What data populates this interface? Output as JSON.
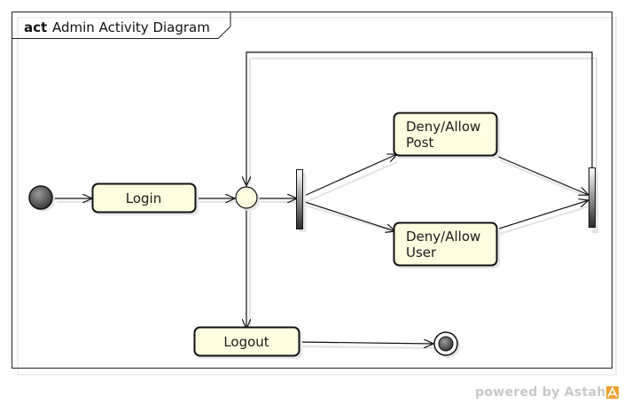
{
  "frame": {
    "keyword": "act",
    "name": "Admin Activity Diagram"
  },
  "nodes": {
    "login": {
      "label": "Login"
    },
    "deny_allow_post": {
      "line1": "Deny/Allow",
      "line2": "Post"
    },
    "deny_allow_user": {
      "line1": "Deny/Allow",
      "line2": "User"
    },
    "logout": {
      "label": "Logout"
    }
  },
  "footer": {
    "powered_by": "powered by Astah"
  },
  "colors": {
    "action_fill": "#fefee0",
    "merge_fill": "#fefee0",
    "node_fill_dark": "#555555",
    "frame_stroke": "#222222",
    "logo_orange": "#f0a030"
  },
  "icons": [
    "astah-logo-icon"
  ]
}
